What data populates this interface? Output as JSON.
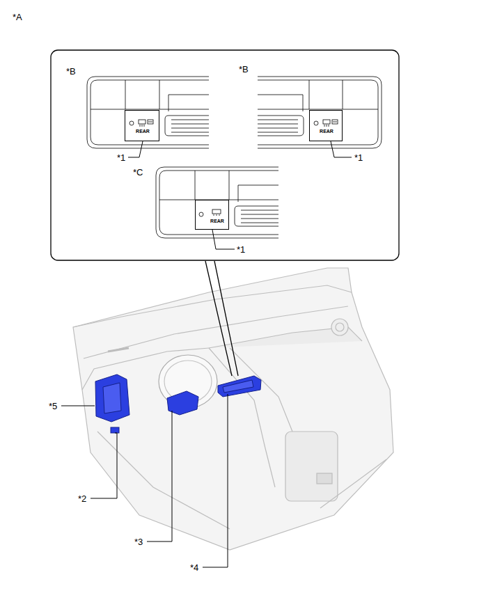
{
  "diagram": {
    "nodes": [
      {
        "text": [
          "REAR"
        ]
      },
      {
        "text": [
          "REAR"
        ]
      },
      {
        "text": [
          "REAR"
        ]
      }
    ],
    "labels": [
      "*A",
      "*B",
      "*B",
      "*C",
      "*1",
      "*1",
      "*1",
      "*5",
      "*2",
      "*3",
      "*4"
    ]
  }
}
